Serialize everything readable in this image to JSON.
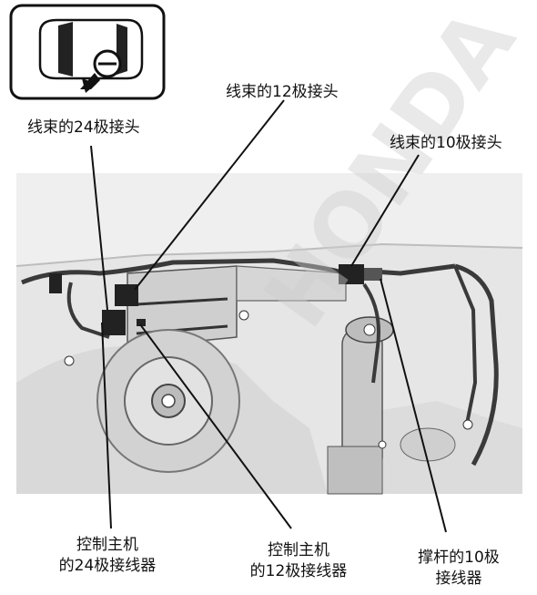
{
  "labels": {
    "harness_12": "线束的12极接头",
    "harness_24": "线束的24极接头",
    "harness_10": "线束的10极接头",
    "unit_24_line1": "控制主机",
    "unit_24_line2": "的24极接线器",
    "unit_12_line1": "控制主机",
    "unit_12_line2": "的12极接线器",
    "strut_10_line1": "撑杆的10极",
    "strut_10_line2": "接线器"
  },
  "watermark": "HONDA",
  "colors": {
    "ink": "#111111",
    "panel_bg": "#e4e4e4",
    "harness": "#3a3a3a"
  }
}
